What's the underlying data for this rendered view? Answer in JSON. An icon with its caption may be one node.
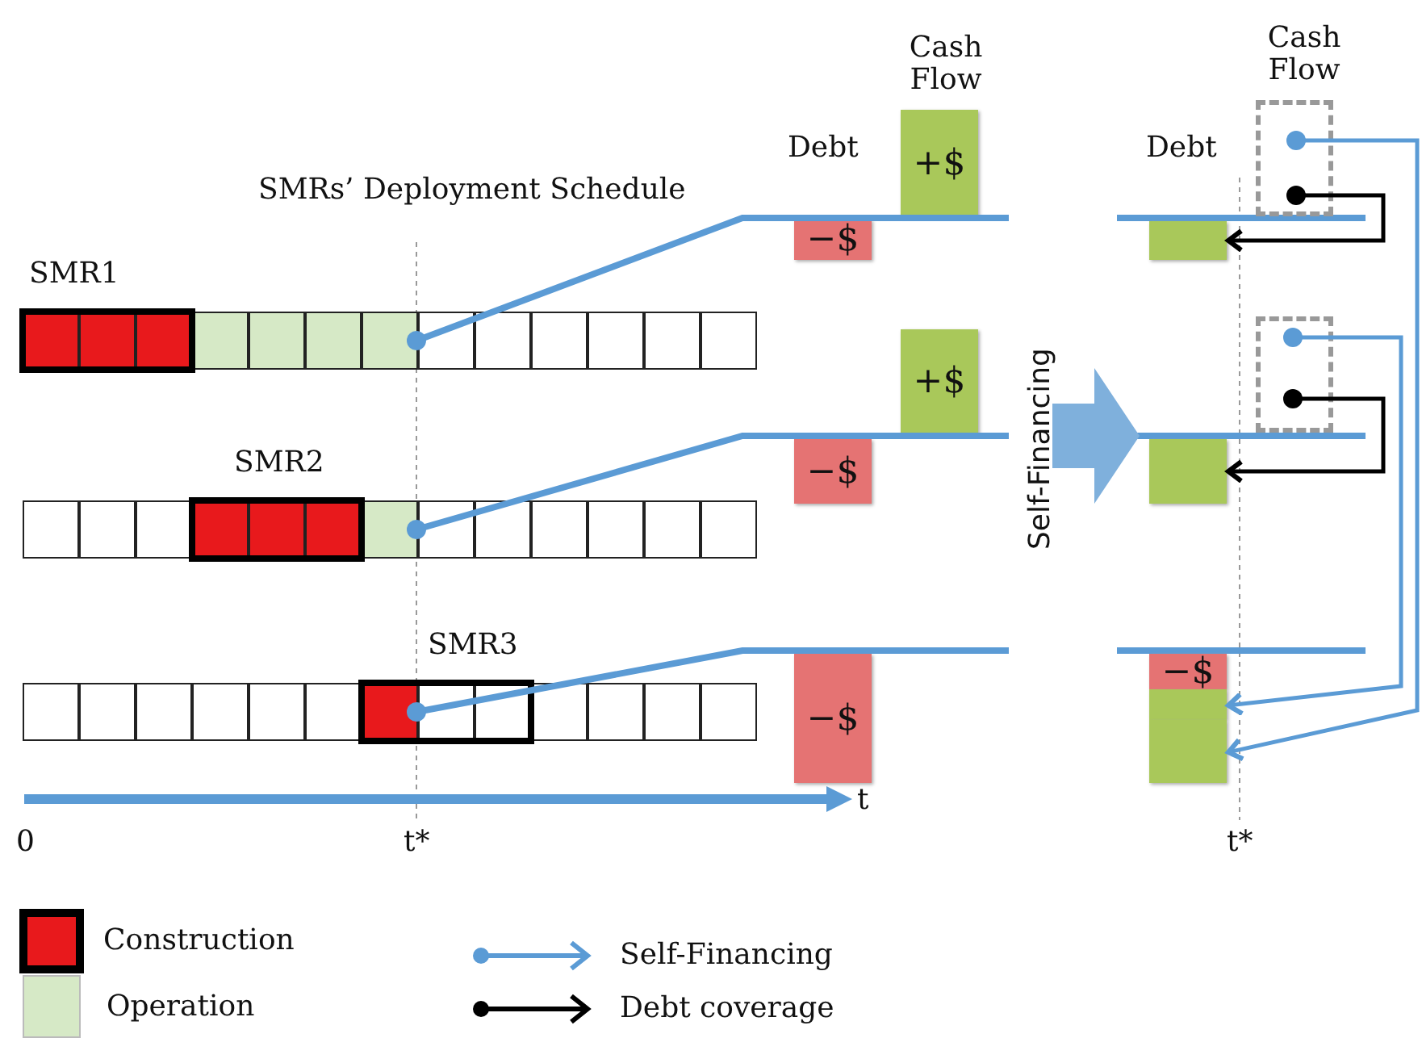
{
  "diagram": {
    "nodes": [
      {
        "text": [
          "SMR1"
        ]
      },
      {
        "text": [
          "SMR2"
        ]
      },
      {
        "text": [
          "SMR3"
        ]
      },
      {
        "text": [
          "+$"
        ]
      },
      {
        "text": [
          "−$"
        ]
      },
      {
        "text": [
          "+$"
        ]
      },
      {
        "text": [
          "−$"
        ]
      },
      {
        "text": [
          "−$"
        ]
      },
      {
        "text": [],
        "shape": "box"
      },
      {
        "text": [],
        "shape": "box"
      },
      {
        "text": [],
        "shape": "box"
      },
      {
        "text": [],
        "shape": "box"
      },
      {
        "text": [
          "−$"
        ]
      },
      {
        "text": [],
        "shape": "box"
      },
      {
        "text": [],
        "shape": "box"
      }
    ],
    "edges": [
      {
        "from": 0,
        "to": null,
        "arrow": "other"
      },
      {
        "from": 1,
        "to": null,
        "arrow": "other"
      },
      {
        "from": 2,
        "to": null,
        "arrow": "other"
      },
      {
        "from": 8,
        "to": 9,
        "arrow": "to",
        "color": "#000000"
      },
      {
        "from": 8,
        "to": 14,
        "arrow": "to"
      },
      {
        "from": 10,
        "to": 11,
        "arrow": "to",
        "color": "#000000"
      },
      {
        "from": 10,
        "to": 13,
        "arrow": "to"
      }
    ],
    "labels": [
      "Cash Flow",
      "Cash Flow",
      "Debt",
      "Debt",
      "SMRs’ Deployment Schedule",
      "Self-Financing",
      "t",
      "0",
      "t*",
      "t*"
    ],
    "legend": [
      {
        "text": "Construction",
        "color": "#e8191c"
      },
      {
        "text": "Operation",
        "color": "#d6e9c6"
      },
      {
        "text": "Self-Financing"
      },
      {
        "text": "Debt coverage"
      }
    ]
  }
}
